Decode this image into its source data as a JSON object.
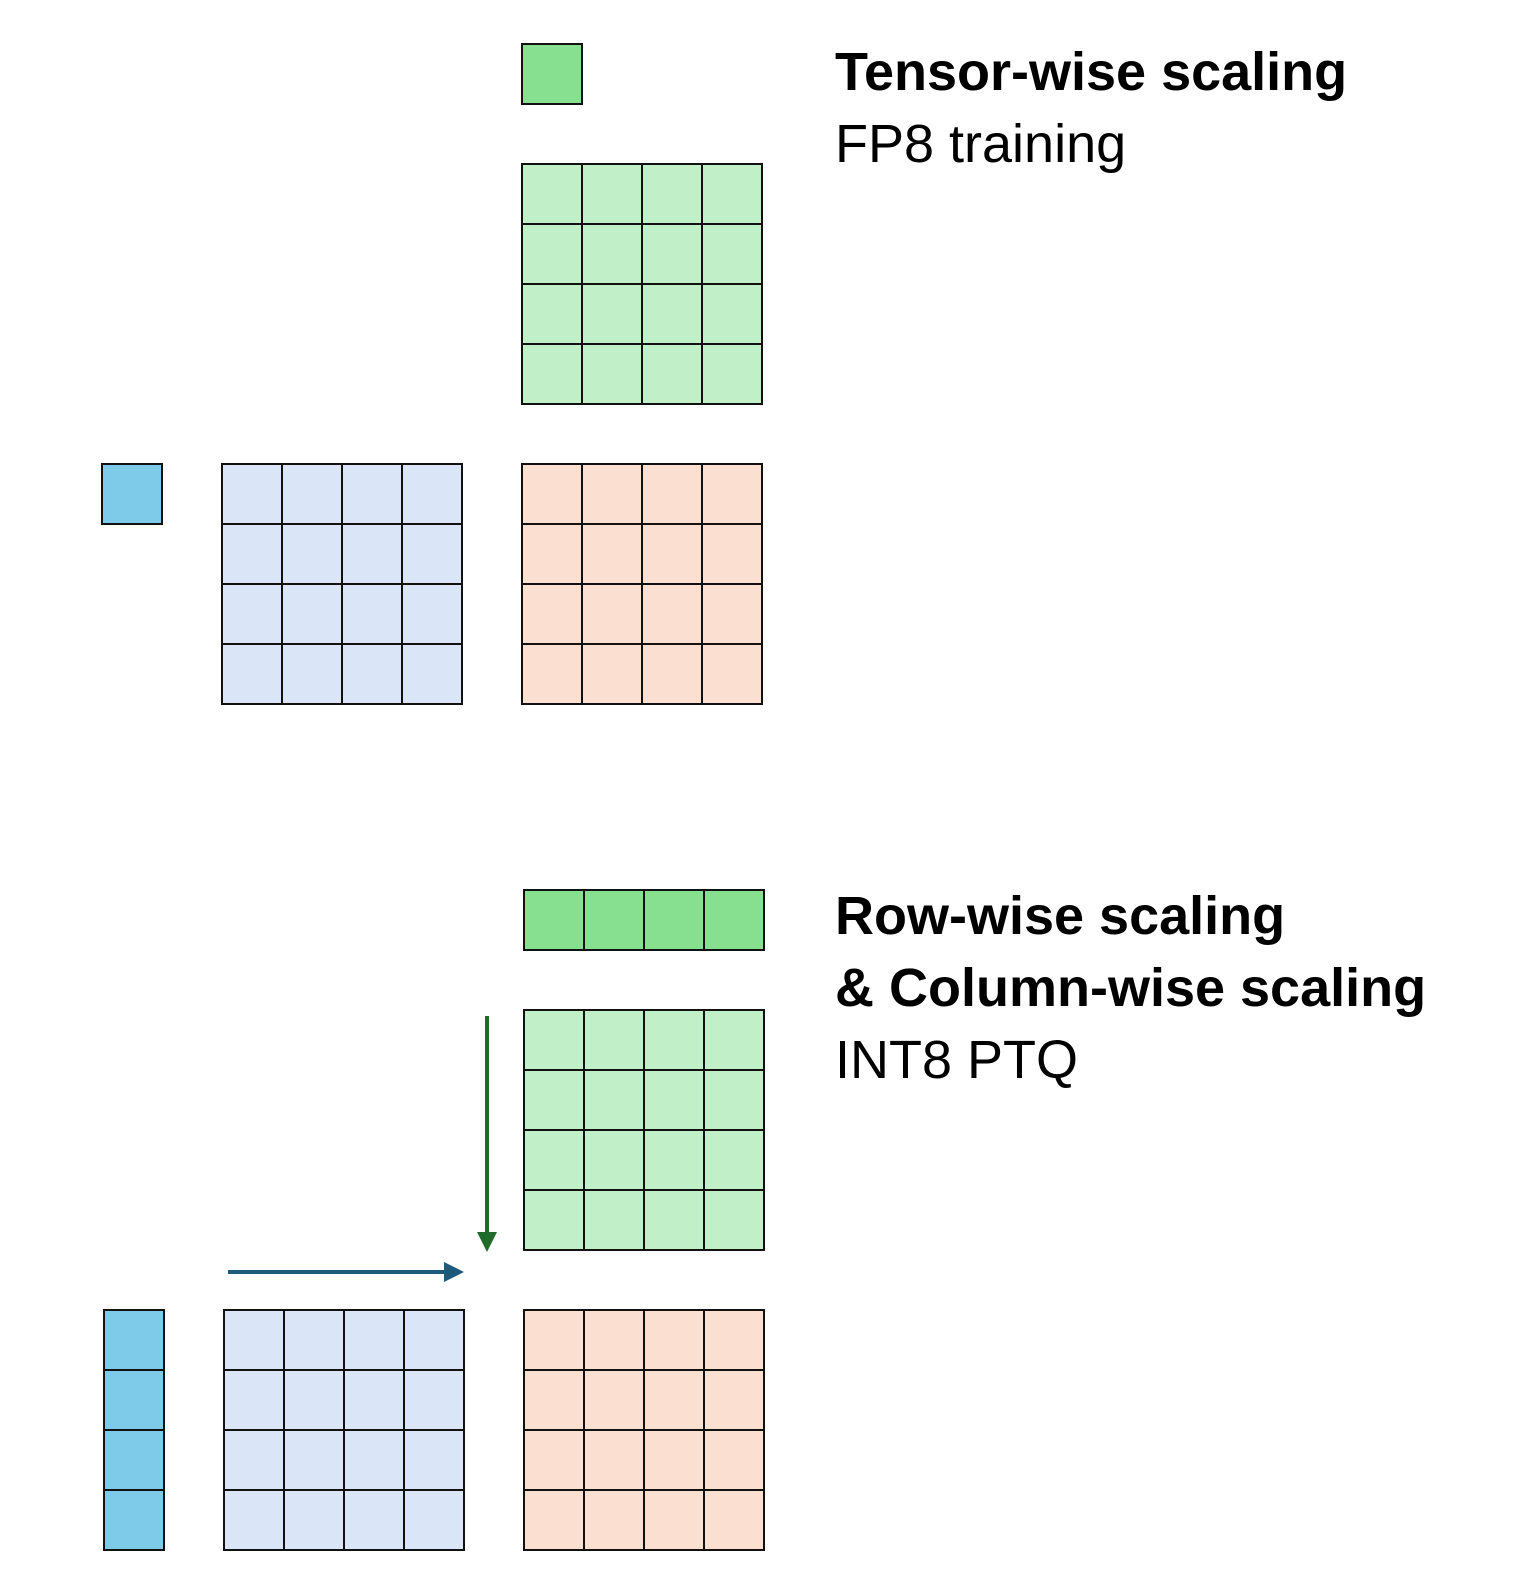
{
  "colors": {
    "green_scale": "#86e08f",
    "green_matrix": "#c1efc8",
    "blue_scale": "#7ecbe9",
    "blue_matrix": "#dae5f7",
    "orange_matrix": "#fbe0d2",
    "grid_line": "#111111",
    "arrow_down": "#1e6b2a",
    "arrow_right": "#1e5a7a"
  },
  "sections": [
    {
      "id": "tensor",
      "heading_lines": [
        "Tensor-wise scaling"
      ],
      "subheading": "FP8 training",
      "scale_shape": "single-cell"
    },
    {
      "id": "rowcol",
      "heading_lines": [
        "Row-wise scaling",
        "& Column-wise scaling"
      ],
      "subheading": "INT8 PTQ",
      "scale_shape": "row-and-column-vectors",
      "arrows": [
        "down-arrow",
        "right-arrow"
      ]
    }
  ],
  "grid_size": 4
}
